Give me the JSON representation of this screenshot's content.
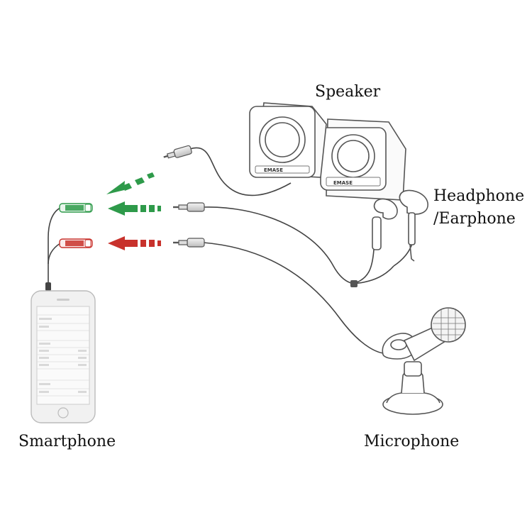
{
  "labels": {
    "speaker": "Speaker",
    "headphone_line1": "Headphone",
    "headphone_line2": "/Earphone",
    "smartphone": "Smartphone",
    "microphone": "Microphone"
  },
  "speaker_brand": "EMASE",
  "colors": {
    "green": "#2e9a4a",
    "red": "#c8322c",
    "line": "#444444",
    "outline": "#555555"
  },
  "icons": [
    "speaker-icon",
    "headphone-icon",
    "microphone-icon",
    "smartphone-icon",
    "audio-plug-icon",
    "arrow-left-icon",
    "y-splitter-icon"
  ]
}
